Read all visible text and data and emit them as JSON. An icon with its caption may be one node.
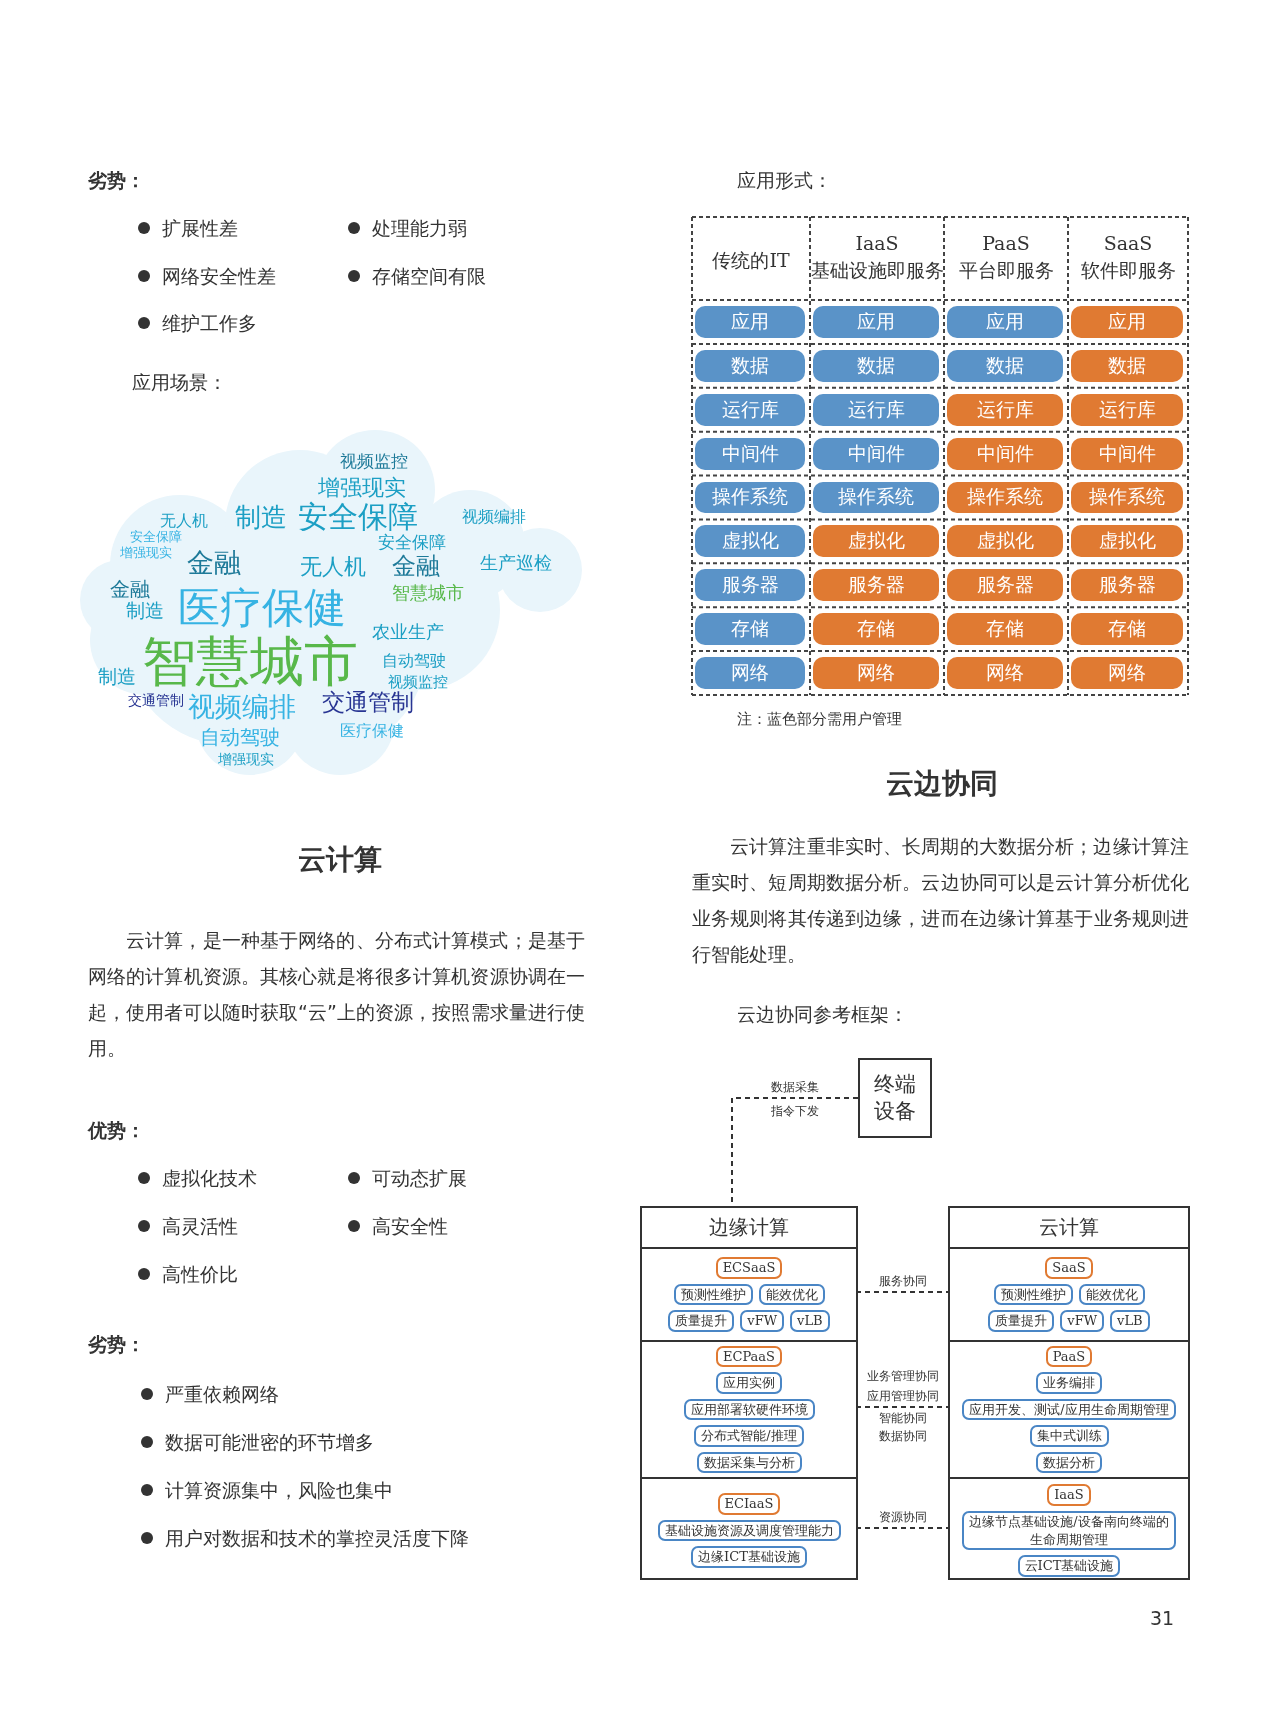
{
  "diagram": {
    "nodes": [
      {
        "text": [
          "应用"
        ]
      },
      {
        "text": [
          "应用"
        ]
      },
      {
        "text": [
          "应用"
        ]
      },
      {
        "text": [
          "应用"
        ]
      },
      {
        "text": [
          "数据"
        ]
      },
      {
        "text": [
          "数据"
        ]
      },
      {
        "text": [
          "数据"
        ]
      },
      {
        "text": [
          "数据"
        ]
      },
      {
        "text": [
          "运行库"
        ]
      },
      {
        "text": [
          "运行库"
        ]
      },
      {
        "text": [
          "运行库"
        ]
      },
      {
        "text": [
          "运行库"
        ]
      },
      {
        "text": [
          "中间件"
        ]
      },
      {
        "text": [
          "中间件"
        ]
      },
      {
        "text": [
          "中间件"
        ]
      },
      {
        "text": [
          "中间件"
        ]
      },
      {
        "text": [
          "操作系统"
        ]
      },
      {
        "text": [
          "操作系统"
        ]
      },
      {
        "text": [
          "操作系统"
        ]
      },
      {
        "text": [
          "操作系统"
        ]
      },
      {
        "text": [
          "虚拟化"
        ]
      },
      {
        "text": [
          "虚拟化"
        ]
      },
      {
        "text": [
          "虚拟化"
        ]
      },
      {
        "text": [
          "虚拟化"
        ]
      },
      {
        "text": [
          "服务器"
        ]
      },
      {
        "text": [
          "服务器"
        ]
      },
      {
        "text": [
          "服务器"
        ]
      },
      {
        "text": [
          "服务器"
        ]
      },
      {
        "text": [
          "存储"
        ]
      },
      {
        "text": [
          "存储"
        ]
      },
      {
        "text": [
          "存储"
        ]
      },
      {
        "text": [
          "存储"
        ]
      },
      {
        "text": [
          "网络"
        ]
      },
      {
        "text": [
          "网络"
        ]
      },
      {
        "text": [
          "网络"
        ]
      },
      {
        "text": [
          "网络"
        ]
      },
      {
        "text": [
          "终端设备"
        ]
      },
      {
        "text": [
          "边缘计算"
        ]
      },
      {
        "text": [],
        "shape": "box",
        "in": 37
      },
      {
        "text": [
          "ECSaaS"
        ],
        "in": 38
      },
      {
        "text": [
          "预测性维护"
        ],
        "in": 38
      },
      {
        "text": [
          "能效优化"
        ],
        "in": 38
      },
      {
        "text": [
          "质量提升"
        ],
        "in": 38
      },
      {
        "text": [
          "vFW"
        ],
        "in": 38
      },
      {
        "text": [
          "vLB"
        ],
        "in": 38
      },
      {
        "text": [],
        "shape": "box",
        "in": 37
      },
      {
        "text": [
          "ECPaaS"
        ],
        "in": 45
      },
      {
        "text": [
          "应用实例"
        ],
        "in": 45
      },
      {
        "text": [
          "应用部署软硬件环境"
        ],
        "in": 45
      },
      {
        "text": [
          "分布式智能/推理"
        ],
        "in": 45
      },
      {
        "text": [
          "数据采集与分析"
        ],
        "in": 45
      },
      {
        "text": [],
        "shape": "box",
        "in": 37
      },
      {
        "text": [
          "ECIaaS"
        ],
        "in": 51
      },
      {
        "text": [
          "基础设施资源及调度管理能力"
        ],
        "in": 51
      },
      {
        "text": [
          "边缘ICT基础设施"
        ],
        "in": 51
      },
      {
        "text": [
          "云计算"
        ]
      },
      {
        "text": [],
        "shape": "box",
        "in": 55
      },
      {
        "text": [
          "SaaS"
        ],
        "in": 56
      },
      {
        "text": [
          "预测性维护"
        ],
        "in": 56
      },
      {
        "text": [
          "能效优化"
        ],
        "in": 56
      },
      {
        "text": [
          "质量提升"
        ],
        "in": 56
      },
      {
        "text": [
          "vFW"
        ],
        "in": 56
      },
      {
        "text": [
          "vLB"
        ],
        "in": 56
      },
      {
        "text": [],
        "shape": "box",
        "in": 55
      },
      {
        "text": [
          "PaaS"
        ],
        "in": 63
      },
      {
        "text": [
          "业务编排"
        ],
        "in": 63
      },
      {
        "text": [
          "应用开发、测试/应用生命周期管理"
        ],
        "in": 63
      },
      {
        "text": [
          "集中式训练"
        ],
        "in": 63
      },
      {
        "text": [
          "数据分析"
        ],
        "in": 63
      },
      {
        "text": [],
        "shape": "box",
        "in": 55
      },
      {
        "text": [
          "IaaS"
        ],
        "in": 69
      },
      {
        "text": [
          "边缘节点基础设施/设备南向终端的生命周期管理"
        ],
        "in": 69
      },
      {
        "text": [
          "云ICT基础设施"
        ],
        "in": 69
      }
    ],
    "edges": [
      {
        "from": 36,
        "to": 37,
        "arrow": "none",
        "label": "数据采集",
        "style": "dashed"
      },
      {
        "from": 38,
        "to": 56,
        "arrow": "none",
        "label": "服务协同",
        "style": "dashed"
      },
      {
        "from": 45,
        "to": 63,
        "arrow": "none",
        "label": "应用管理协同",
        "style": "dashed"
      },
      {
        "from": 51,
        "to": 69,
        "arrow": "none",
        "label": "资源协同",
        "style": "dashed"
      }
    ],
    "labels": [
      "劣势：",
      "扩展性差",
      "处理能力弱",
      "网络安全性差",
      "存储空间有限",
      "维护工作多",
      "应用场景：",
      "视频监控",
      "增强现实",
      "制造",
      "安全保障",
      "无人机",
      "视频编排",
      "安全保障",
      "增强现实",
      "金融",
      "无人机",
      "安全保障",
      "金融",
      "生产巡检",
      "金融",
      "智慧城市",
      "医疗保健",
      "制造",
      "农业生产",
      "智慧城市",
      "自动驾驶",
      "制造",
      "视频监控",
      "交通管制",
      "视频编排",
      "交通管制",
      "自动驾驶",
      "医疗保健",
      "增强现实",
      "云计算",
      "云计算，是一种基于网络的、分布式计算模式；是基于网络的计算机资源。其核心就是将很多计算机资源协调在一起，使用者可以随时获取“云”上的资源，按照需求量进行使用。",
      "优势：",
      "虚拟化技术",
      "可动态扩展",
      "高灵活性",
      "高安全性",
      "高性价比",
      "劣势：",
      "严重依赖网络",
      "数据可能泄密的环节增多",
      "计算资源集中，风险也集中",
      "用户对数据和技术的掌控灵活度下降",
      "应用形式：",
      "传统的IT",
      "IaaS 基础设施即服务",
      "PaaS 平台即服务",
      "SaaS 软件即服务",
      "注：蓝色部分需用户管理",
      "云边协同",
      "云计算注重非实时、长周期的大数据分析；边缘计算注重实时、短周期数据分析。云边协同可以是云计算分析优化业务规则将其传递到边缘，进而在边缘计算基于业务规则进行智能处理。",
      "云边协同参考框架：",
      "指令下发",
      "业务管理协同",
      "智能协同",
      "数据协同",
      "31"
    ]
  }
}
